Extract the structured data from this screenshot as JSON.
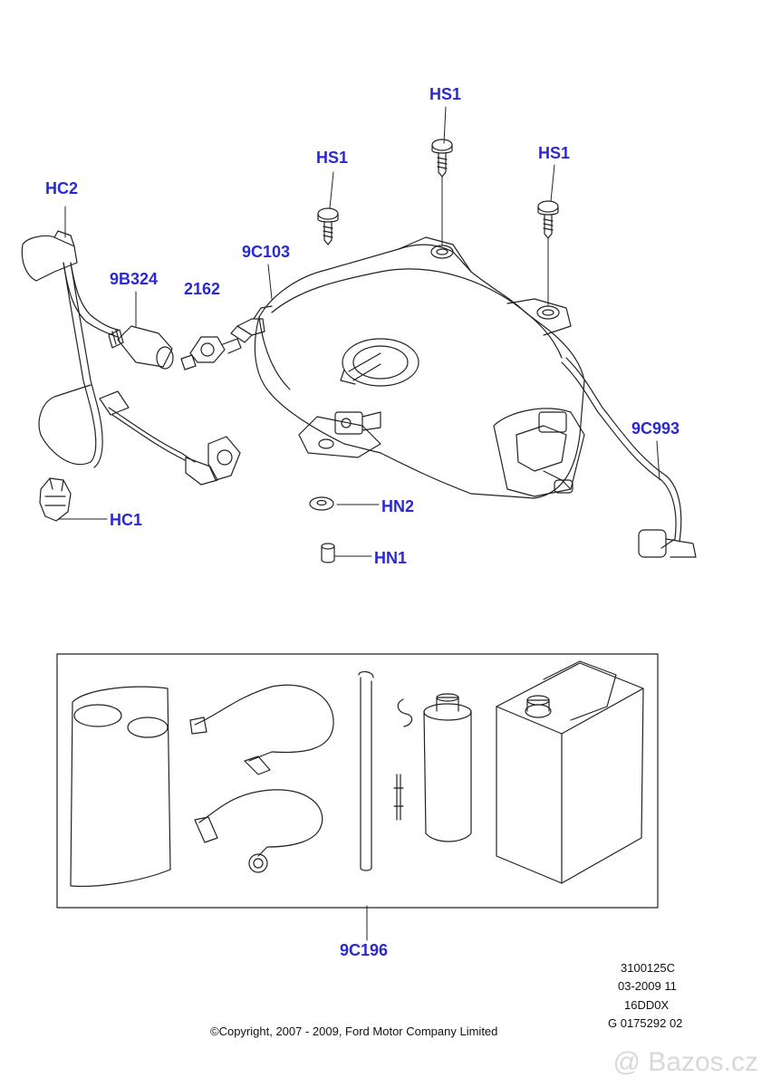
{
  "callouts": {
    "hs1_top": "HS1",
    "hs1_left": "HS1",
    "hs1_right": "HS1",
    "hc2": "HC2",
    "p9b324": "9B324",
    "p2162": "2162",
    "p9c103": "9C103",
    "p9c993": "9C993",
    "hn2": "HN2",
    "hc1": "HC1",
    "hn1": "HN1",
    "p9c196": "9C196"
  },
  "drawing_info": {
    "line1": "3100125C",
    "line2": "03-2009 11",
    "line3": "16DD0X",
    "line4": "G 0175292 02"
  },
  "copyright": "©Copyright, 2007 - 2009, Ford Motor Company Limited",
  "watermark": "@ Bazos.cz",
  "colors": {
    "callout": "#2a2ad0",
    "linework": "#222222",
    "background": "#ffffff"
  }
}
